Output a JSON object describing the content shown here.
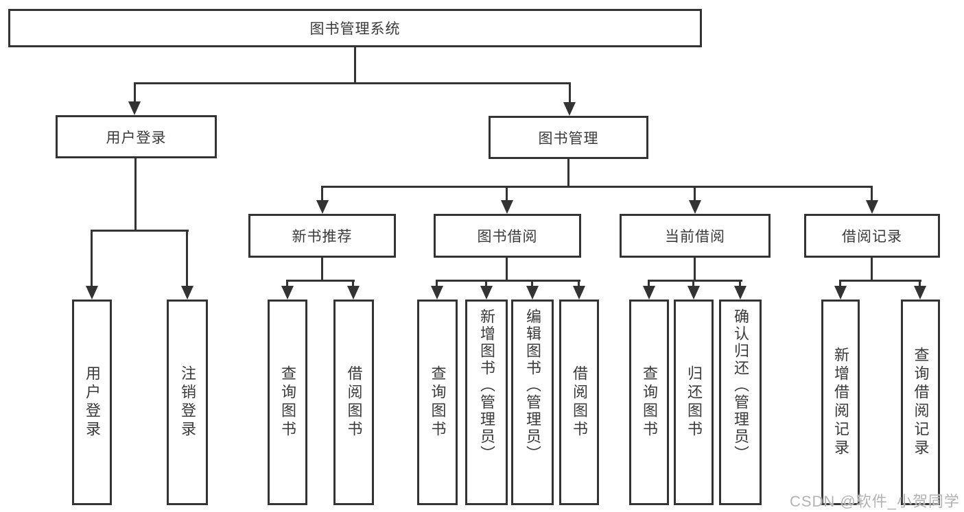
{
  "diagram_type": "hierarchy-tree",
  "tree": {
    "root": {
      "label": "图书管理系统"
    },
    "branches": [
      {
        "label": "用户登录",
        "children": [
          {
            "label": "用户登录"
          },
          {
            "label": "注销登录"
          }
        ]
      },
      {
        "label": "图书管理",
        "children": [
          {
            "label": "新书推荐",
            "children": [
              {
                "label": "查询图书"
              },
              {
                "label": "借阅图书"
              }
            ]
          },
          {
            "label": "图书借阅",
            "children": [
              {
                "label": "查询图书"
              },
              {
                "label": "新增图书（管理员）"
              },
              {
                "label": "编辑图书（管理员）"
              },
              {
                "label": "借阅图书"
              }
            ]
          },
          {
            "label": "当前借阅",
            "children": [
              {
                "label": "查询图书"
              },
              {
                "label": "归还图书"
              },
              {
                "label": "确认归还（管理员）"
              }
            ]
          },
          {
            "label": "借阅记录",
            "children": [
              {
                "label": "新增借阅记录"
              },
              {
                "label": "查询借阅记录"
              }
            ]
          }
        ]
      }
    ]
  },
  "watermark": {
    "text": "CSDN @软件_小贺同学"
  },
  "colors": {
    "line": "#333333",
    "text": "#3a3a3a",
    "background": "#ffffff",
    "watermark": "#b3b3b3"
  }
}
